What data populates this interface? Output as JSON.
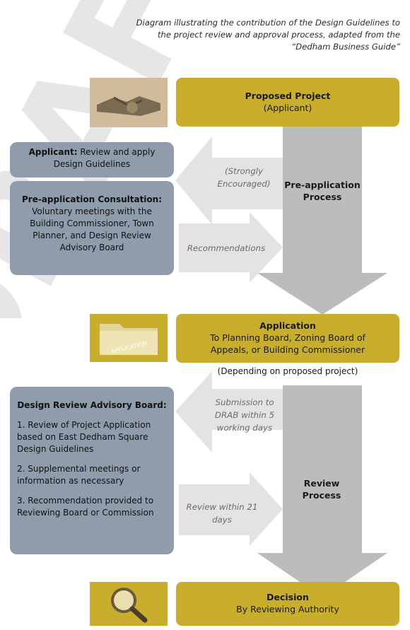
{
  "caption": "Diagram illustrating the contribution of the Design Guidelines to the project review and approval process, adapted from the “Dedham Business Guide”",
  "watermark_text": "DRAFT",
  "proposed_project": {
    "title": "Proposed Project",
    "subtitle": "(Applicant)"
  },
  "applicant_box": {
    "bold": "Applicant:",
    "text": " Review and apply Design Guidelines"
  },
  "preapp_consult": {
    "title": "Pre-application Consultation:",
    "text": "Voluntary meetings with the Building Commissioner, Town Planner, and Design Review Advisory Board"
  },
  "strongly_encouraged": "(Strongly Encouraged)",
  "recommendations": "Recommendations",
  "preapp_process": "Pre-application Process",
  "application": {
    "title": "Application",
    "text": "To Planning Board, Zoning Board of Appeals, or Building Commissioner"
  },
  "application_icon_text": "APPLICATION",
  "depending": "(Depending on proposed project)",
  "drab": {
    "title": "Design Review Advisory Board:",
    "item1": "1. Review of Project Application based on East Dedham Square Design Guidelines",
    "item2": "2. Supplemental meetings or information as necessary",
    "item3": "3. Recommendation provided to Reviewing Board or Commission"
  },
  "submission": "Submission to DRAB within 5 working days",
  "review_within": "Review within 21 days",
  "review_process": "Review Process",
  "decision": {
    "title": "Decision",
    "text": "By Reviewing Authority"
  }
}
